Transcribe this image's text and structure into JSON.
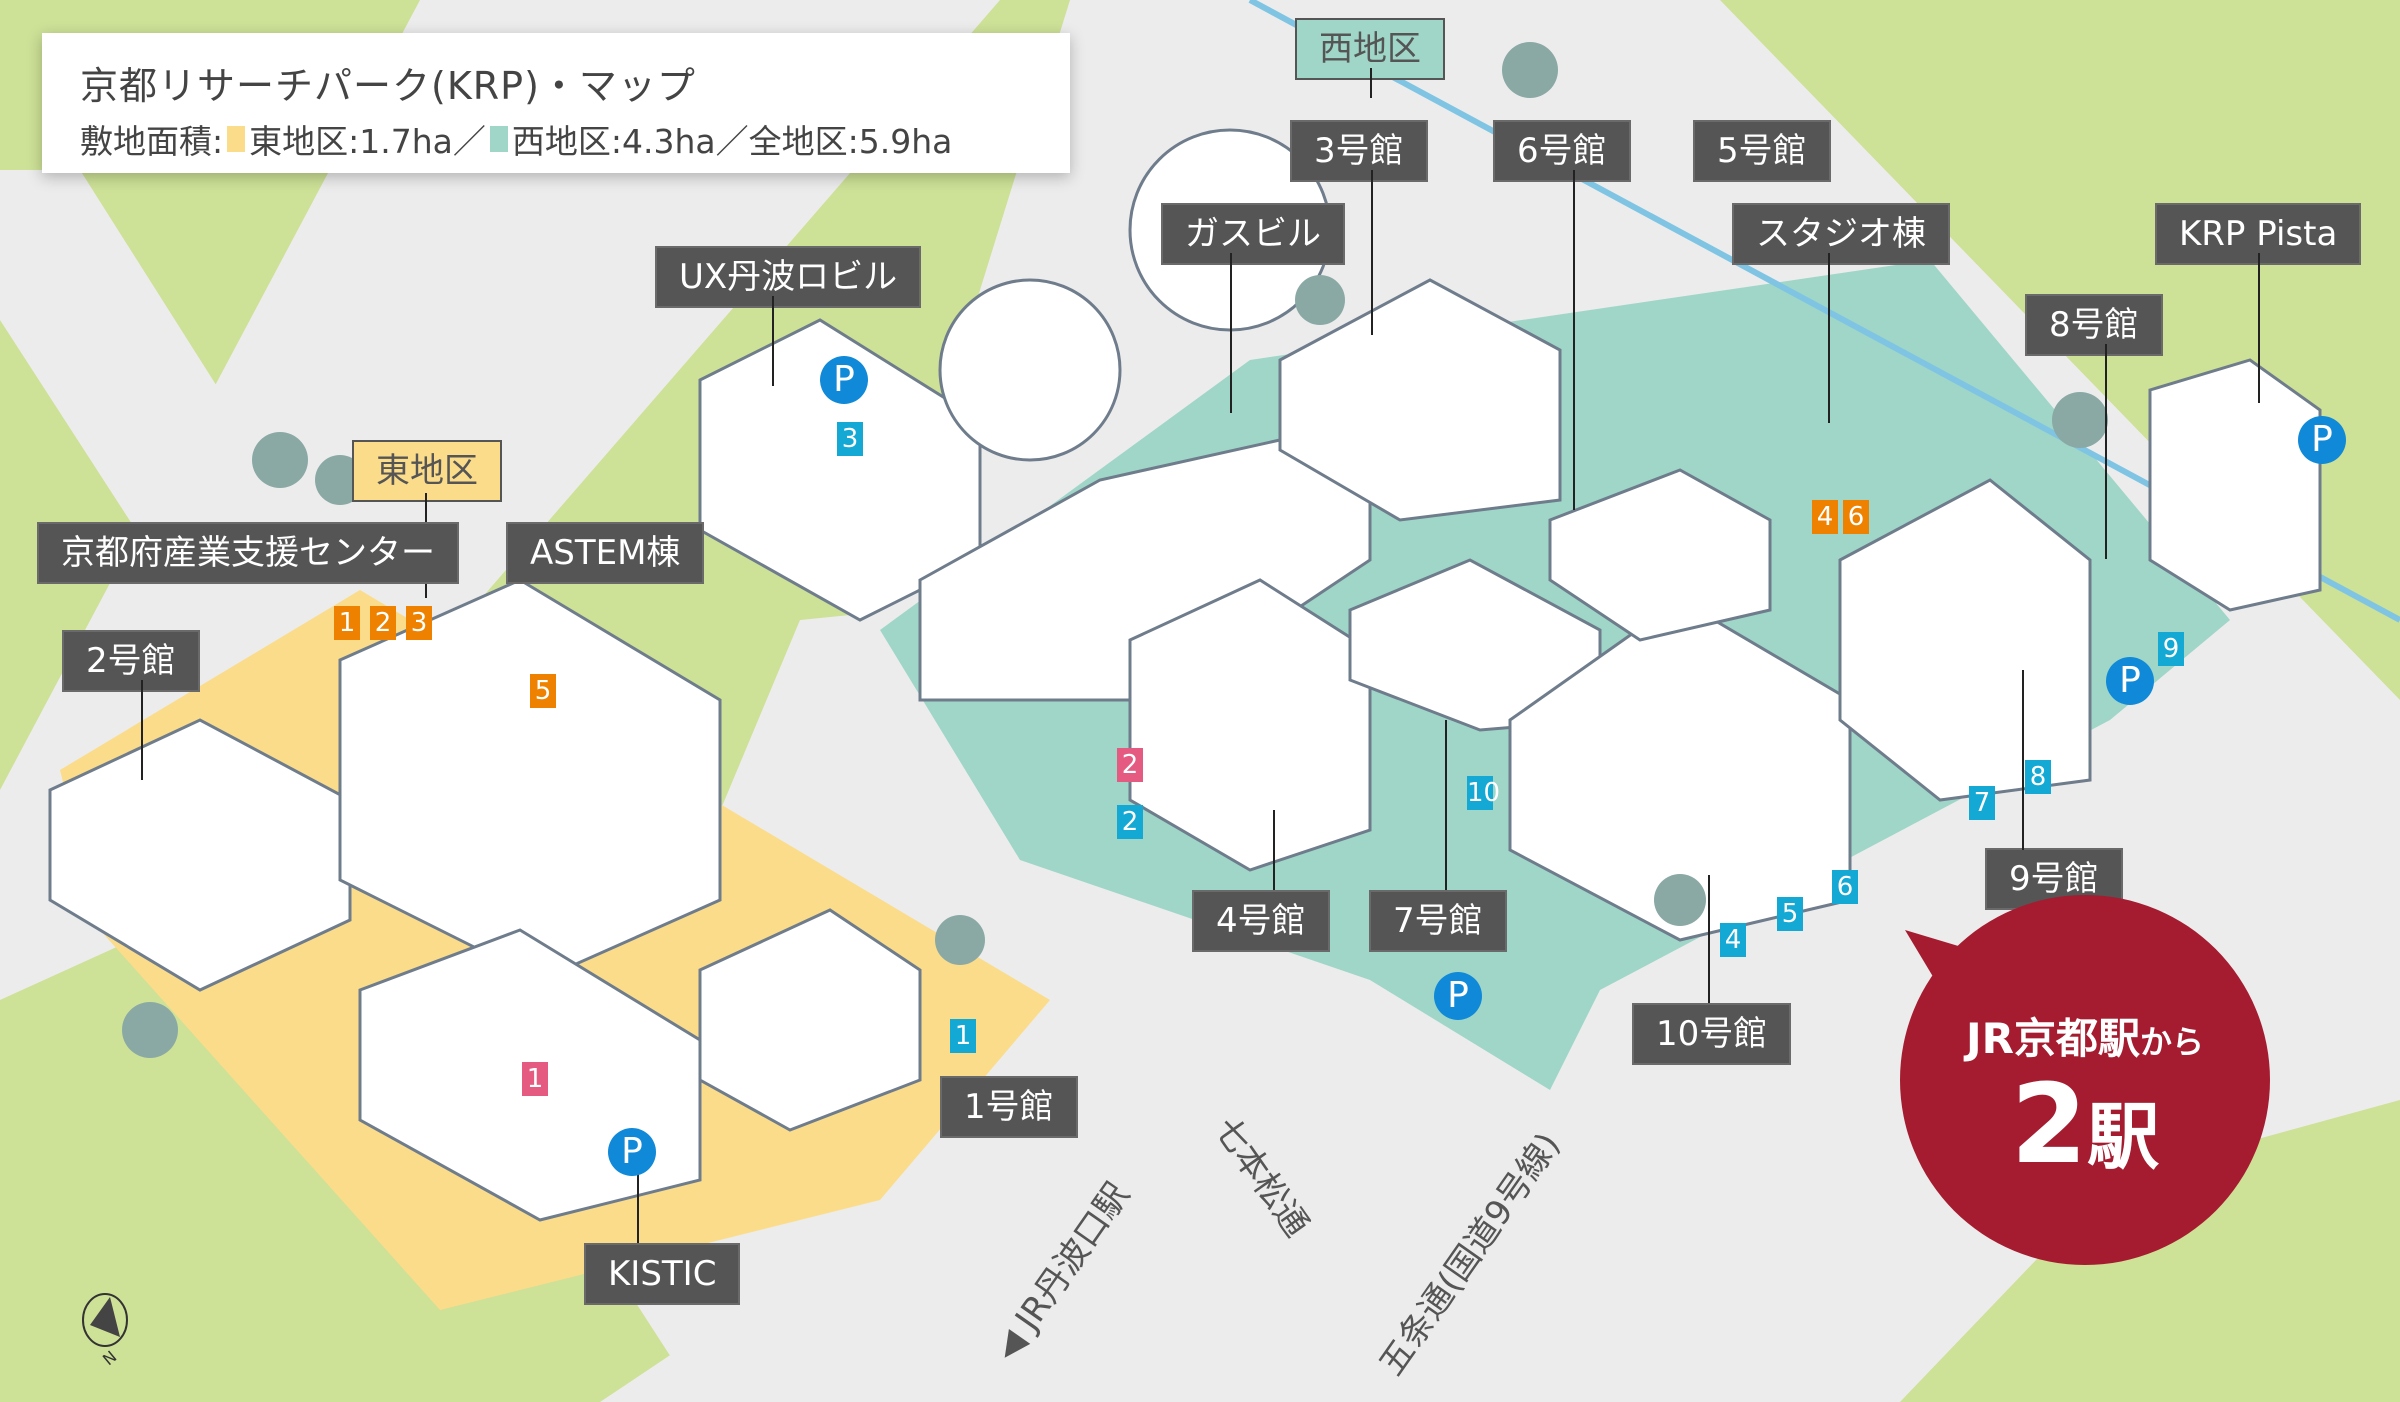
{
  "legend": {
    "title": "京都リサーチパーク(KRP)・マップ",
    "area_prefix": "敷地面積:",
    "east_label": "東地区:1.7ha／",
    "west_label": "西地区:4.3ha／",
    "total_label": "全地区:5.9ha",
    "east_color": "#fbdc8a",
    "west_color": "#9fd6c8"
  },
  "districts": {
    "east": "東地区",
    "west": "西地区"
  },
  "buildings": [
    {
      "name": "京都府産業支援センター"
    },
    {
      "name": "ASTEM棟"
    },
    {
      "name": "2号館"
    },
    {
      "name": "UX丹波ロビル"
    },
    {
      "name": "ガスビル"
    },
    {
      "name": "3号館"
    },
    {
      "name": "6号館"
    },
    {
      "name": "5号館"
    },
    {
      "name": "スタジオ棟"
    },
    {
      "name": "KRP Pista"
    },
    {
      "name": "8号館"
    },
    {
      "name": "9号館"
    },
    {
      "name": "4号館"
    },
    {
      "name": "7号館"
    },
    {
      "name": "10号館"
    },
    {
      "name": "1号館"
    },
    {
      "name": "KISTIC"
    }
  ],
  "markers": {
    "orange": [
      "1",
      "2",
      "3",
      "5",
      "4",
      "6"
    ],
    "cyan": [
      "3",
      "2",
      "10",
      "4",
      "5",
      "6",
      "7",
      "8",
      "9",
      "1"
    ],
    "pink": [
      "2",
      "1"
    ],
    "parking": "P"
  },
  "roads": {
    "shichihonmatsu": "七本松通",
    "gojo": "五条通(国道9号線)",
    "tambaguchi": "JR丹波口駅"
  },
  "callout": {
    "line1_main": "JR京都駅",
    "line1_suffix": "から",
    "line2_num": "2",
    "line2_suffix": "駅",
    "color": "#a51c30"
  },
  "compass": {
    "label": "N"
  },
  "colors": {
    "grass": "#cde197",
    "road": "#ececec",
    "east_area": "#fbdc8a",
    "west_area": "#9fd6c8",
    "label_bg": "#555555",
    "parking": "#1089d8"
  }
}
